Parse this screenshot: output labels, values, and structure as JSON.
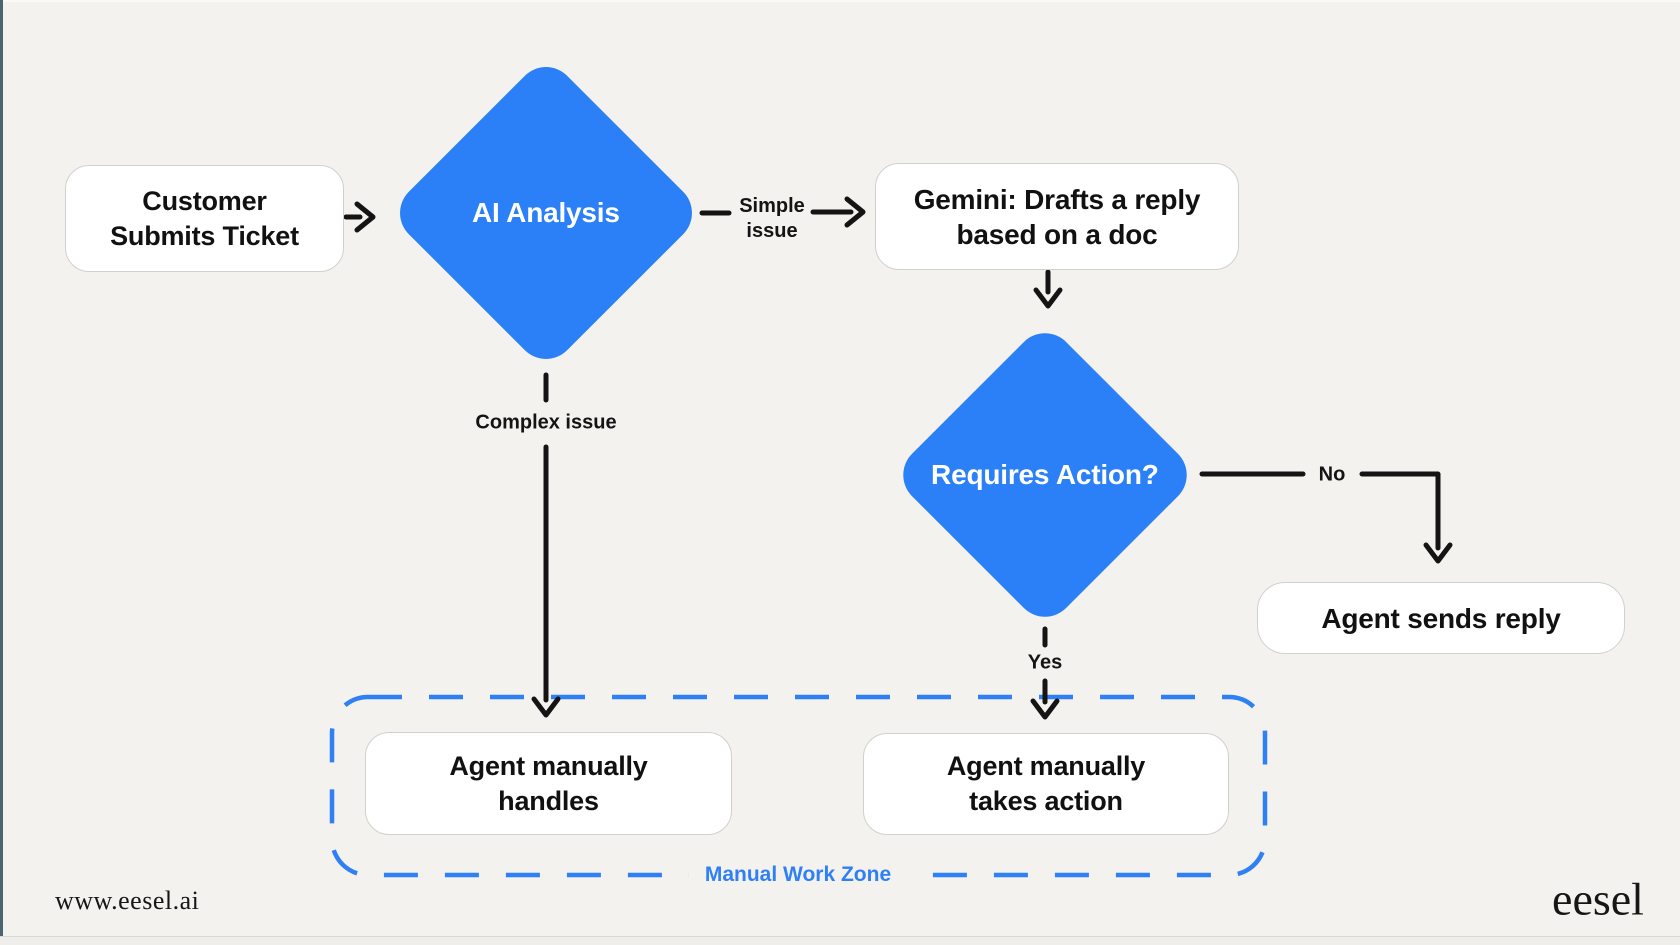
{
  "nodes": {
    "customer_submits_ticket": {
      "label": "Customer Submits Ticket",
      "type": "process"
    },
    "ai_analysis": {
      "label": "AI Analysis",
      "type": "decision"
    },
    "gemini_drafts_reply": {
      "label": "Gemini: Drafts a reply based on a doc",
      "type": "process"
    },
    "requires_action": {
      "label": "Requires Action?",
      "type": "decision"
    },
    "agent_sends_reply": {
      "label": "Agent sends reply",
      "type": "process"
    },
    "agent_manually_handles": {
      "label": "Agent manually handles",
      "type": "process"
    },
    "agent_manually_takes_action": {
      "label": "Agent manually takes action",
      "type": "process"
    }
  },
  "edges": {
    "simple_issue": "Simple issue",
    "complex_issue": "Complex issue",
    "yes": "Yes",
    "no": "No"
  },
  "flow": [
    {
      "from": "customer_submits_ticket",
      "to": "ai_analysis",
      "label": ""
    },
    {
      "from": "ai_analysis",
      "to": "gemini_drafts_reply",
      "label": "Simple issue"
    },
    {
      "from": "ai_analysis",
      "to": "agent_manually_handles",
      "label": "Complex issue"
    },
    {
      "from": "gemini_drafts_reply",
      "to": "requires_action",
      "label": ""
    },
    {
      "from": "requires_action",
      "to": "agent_sends_reply",
      "label": "No"
    },
    {
      "from": "requires_action",
      "to": "agent_manually_takes_action",
      "label": "Yes"
    }
  ],
  "zone": {
    "label": "Manual Work Zone",
    "contains": [
      "agent_manually_handles",
      "agent_manually_takes_action"
    ]
  },
  "footer": {
    "site_url": "www.eesel.ai",
    "brand": "eesel"
  },
  "colors": {
    "background": "#f4f2ef",
    "decision_fill": "#2b80f7",
    "zone_border": "#2f7ff5",
    "line": "#141414",
    "node_fill": "#ffffff",
    "node_border": "#d2d0cd"
  }
}
